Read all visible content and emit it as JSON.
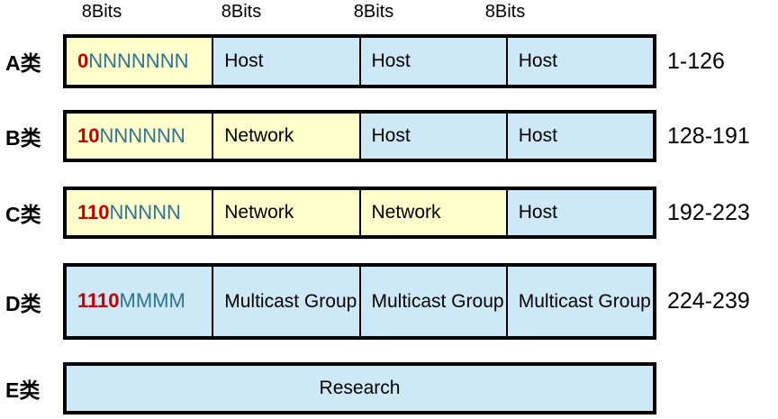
{
  "title": "IP address classes structure diagram",
  "colors": {
    "cell_yellow": "#FFFFCC",
    "cell_blue": "#CDE9F8",
    "bit_prefix_red": "#C00000",
    "bit_letters_teal": "#2E7490",
    "border_black": "#000000"
  },
  "bit_headers": [
    "8Bits",
    "8Bits",
    "8Bits",
    "8Bits"
  ],
  "rows": [
    {
      "label": "A类",
      "range": "1-126",
      "cells": [
        {
          "prefix": "0",
          "letters": "NNNNNNN",
          "bg": "yellow"
        },
        {
          "text": "Host",
          "bg": "blue"
        },
        {
          "text": "Host",
          "bg": "blue"
        },
        {
          "text": "Host",
          "bg": "blue"
        }
      ]
    },
    {
      "label": "B类",
      "range": "128-191",
      "cells": [
        {
          "prefix": "10",
          "letters": "NNNNNN",
          "bg": "yellow"
        },
        {
          "text": "Network",
          "bg": "yellow"
        },
        {
          "text": "Host",
          "bg": "blue"
        },
        {
          "text": "Host",
          "bg": "blue"
        }
      ]
    },
    {
      "label": "C类",
      "range": "192-223",
      "cells": [
        {
          "prefix": "110",
          "letters": "NNNNN",
          "bg": "yellow"
        },
        {
          "text": "Network",
          "bg": "yellow"
        },
        {
          "text": "Network",
          "bg": "yellow"
        },
        {
          "text": "Host",
          "bg": "blue"
        }
      ]
    },
    {
      "label": "D类",
      "range": "224-239",
      "cells": [
        {
          "prefix": "1110",
          "letters": "MMMM",
          "bg": "blue"
        },
        {
          "text": "Multicast Group",
          "bg": "blue"
        },
        {
          "text": "Multicast Group",
          "bg": "blue"
        },
        {
          "text": "Multicast Group",
          "bg": "blue"
        }
      ]
    },
    {
      "label": "E类",
      "range": "",
      "cells": [
        {
          "text": "Research",
          "bg": "blue",
          "span": 4
        }
      ]
    }
  ]
}
